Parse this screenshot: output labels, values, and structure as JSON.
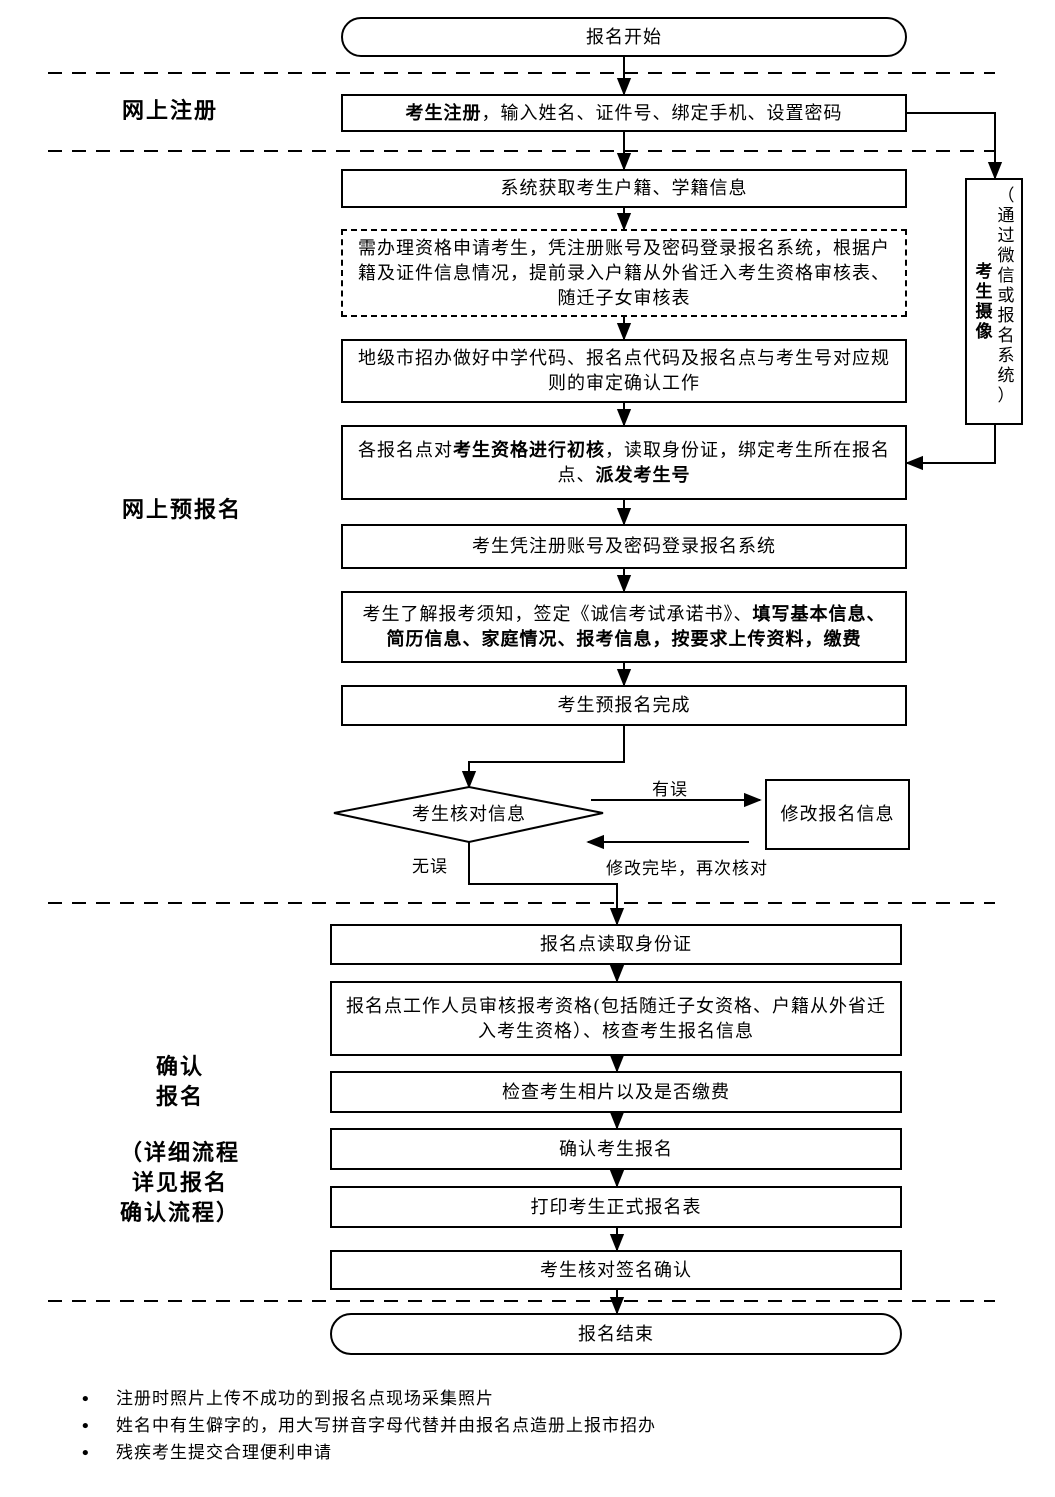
{
  "section_labels": {
    "register": "网上注册",
    "pre_register": "网上预报名",
    "confirm_line1": "确认",
    "confirm_line2": "报名",
    "confirm_detail1": "（详细流程",
    "confirm_detail2": "详见报名",
    "confirm_detail3": "确认流程）"
  },
  "steps": {
    "start": "报名开始",
    "register_bold": "考生注册",
    "register_rest": "，输入姓名、证件号、绑定手机、设置密码",
    "fetch_info": "系统获取考生户籍、学籍信息",
    "qualification_apply": "需办理资格申请考生，凭注册账号及密码登录报名系统，根据户籍及证件信息情况，提前录入户籍从外省迁入考生资格审核表、随迁子女审核表",
    "city_office": "地级市招办做好中学代码、报名点代码及报名点与考生号对应规则的审定确认工作",
    "point_check_a": "各报名点对",
    "point_check_b": "考生资格进行初核",
    "point_check_c": "，读取身份证，绑定考生所在报名点、",
    "point_check_d": "派发考生号",
    "login": "考生凭注册账号及密码登录报名系统",
    "fill_a": "考生了解报考须知，签定《诚信考试承诺书》、",
    "fill_b": "填写基本信息、简历信息、家庭情况、报考信息，按要求上传资料，缴费",
    "pre_done": "考生预报名完成",
    "verify": "考生核对信息",
    "modify": "修改报名信息",
    "read_id": "报名点读取身份证",
    "staff_review": "报名点工作人员审核报考资格(包括随迁子女资格、户籍从外省迁入考生资格）、核查考生报名信息",
    "check_photo": "检查考生相片以及是否缴费",
    "confirm": "确认考生报名",
    "print_form": "打印考生正式报名表",
    "sign": "考生核对签名确认",
    "end": "报名结束"
  },
  "edge_labels": {
    "error": "有误",
    "no_error": "无误",
    "recheck": "修改完毕，再次核对"
  },
  "photo_box": {
    "bold": "考生摄像",
    "chars": [
      "（",
      "通",
      "过",
      "微",
      "信",
      "或",
      "报",
      "名",
      "系",
      "统",
      "）"
    ]
  },
  "notes": [
    "注册时照片上传不成功的到报名点现场采集照片",
    "姓名中有生僻字的，用大写拼音字母代替并由报名点造册上报市招办",
    "残疾考生提交合理便利申请"
  ]
}
